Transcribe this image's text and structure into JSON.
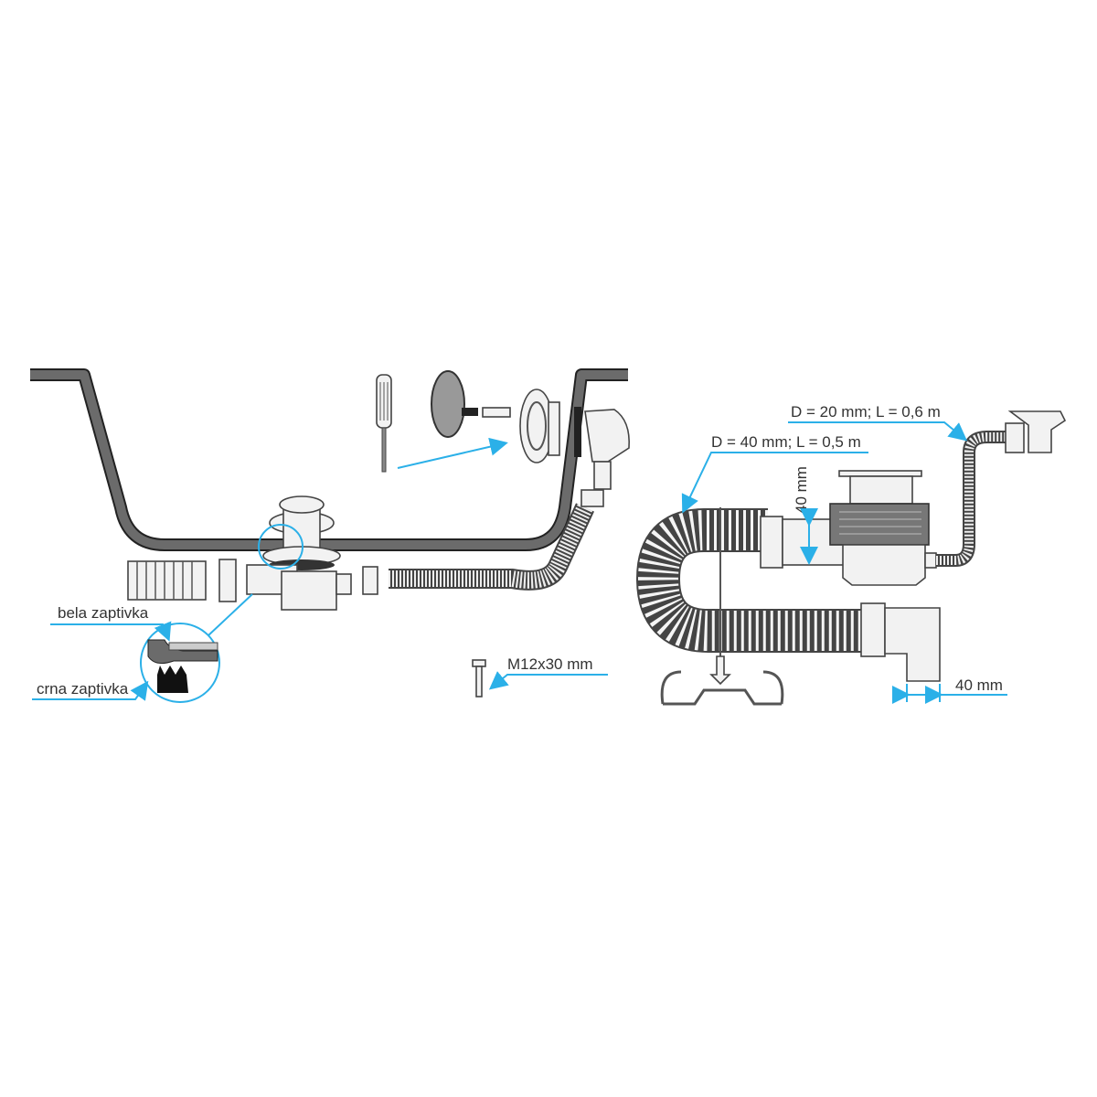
{
  "labels": {
    "white_seal": "bela zaptivka",
    "black_seal": "crna zaptivka",
    "screw_size": "M12x30 mm",
    "overflow_hose": "D = 20 mm; L = 0,6 m",
    "drain_hose": "D = 40 mm; L = 0,5 m",
    "pipe_diameter": "40 mm",
    "outlet_diameter": "40 mm"
  },
  "colors": {
    "leader": "#2bb0e8",
    "tub": "#6b6b6b",
    "outline": "#333333"
  }
}
